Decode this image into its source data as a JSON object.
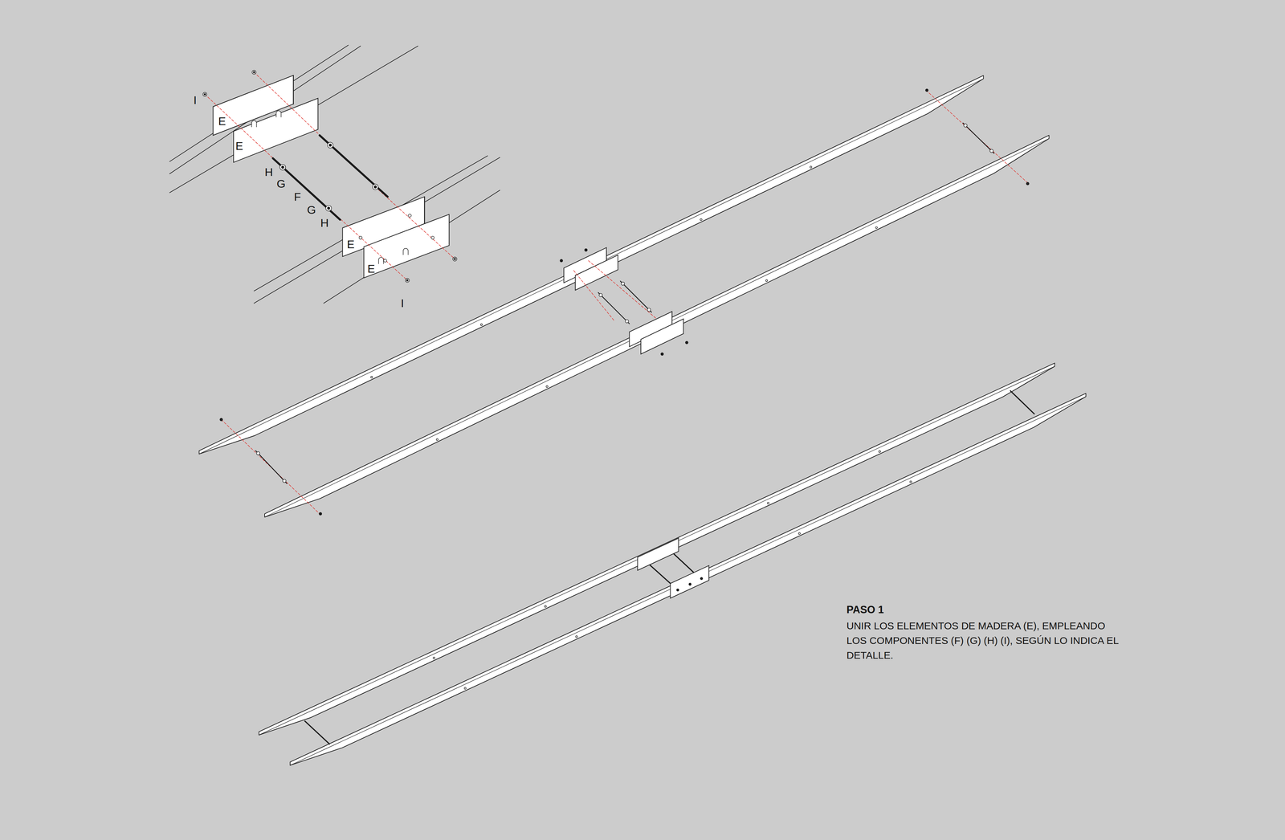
{
  "diagram": {
    "title": "PASO 1",
    "labels": [
      "I",
      "E",
      "E",
      "H",
      "G",
      "F",
      "G",
      "H",
      "E",
      "E",
      "I",
      "UNIR LOS ELEMENTOS DE MADERA (E), EMPLEANDO LOS COMPONENTES (F) (G) (H) (I), SEGÚN LO INDICA EL DETALLE."
    ]
  }
}
